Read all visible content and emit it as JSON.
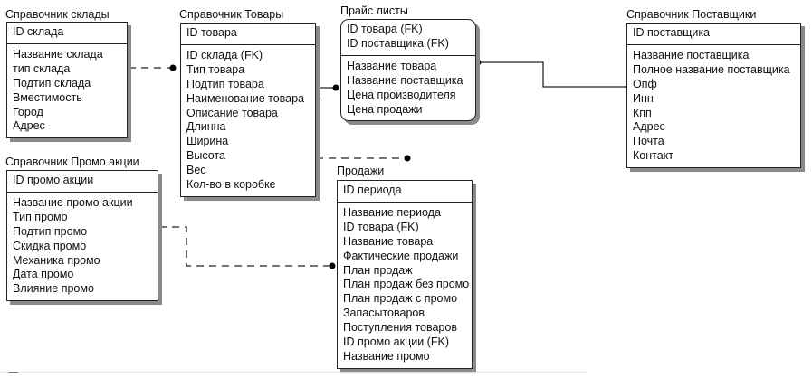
{
  "entities": {
    "sklady": {
      "title": "Справочник склады",
      "pk": [
        "ID склада"
      ],
      "attrs": [
        "Название склада",
        "тип склада",
        "Подтип склада",
        "Вместимость",
        "Город",
        "Адрес"
      ]
    },
    "tovary": {
      "title": "Справочник Товары",
      "pk": [
        "ID товара"
      ],
      "attrs": [
        "ID склада (FK)",
        "Тип товара",
        "Подтип товара",
        "Наименование товара",
        "Описание товара",
        "Длинна",
        "Ширина",
        "Высота",
        "Вес",
        "Кол-во в коробке"
      ]
    },
    "price": {
      "title": "Прайс листы",
      "pk": [
        "ID товара (FK)",
        "ID поставщика (FK)"
      ],
      "attrs": [
        "Название товара",
        "Название поставщика",
        "Цена производителя",
        "Цена продажи"
      ]
    },
    "postavshiki": {
      "title": "Справочник Поставщики",
      "pk": [
        "ID поставщика"
      ],
      "attrs": [
        "Название поставщика",
        "Полное название поставщика",
        "Опф",
        "Инн",
        "Кпп",
        "Адрес",
        "Почта",
        "Контакт"
      ]
    },
    "promo": {
      "title": "Справочник Промо акции",
      "pk": [
        "ID промо акции"
      ],
      "attrs": [
        "Название промо акции",
        "Тип промо",
        "Подтип промо",
        "Скидка промо",
        "Механика промо",
        "Дата промо",
        "Влияние промо"
      ]
    },
    "prodazhi": {
      "title": "Продажи",
      "pk": [
        "ID периода"
      ],
      "attrs": [
        "Название периода",
        "ID товара (FK)",
        "Название товара",
        "Фактические продажи",
        "План продаж",
        "План продаж без промо",
        "План продаж с промо",
        "Запасытоваров",
        "Поступления товаров",
        "ID промо акции (FK)",
        "Название промо"
      ]
    }
  },
  "relationships": [
    {
      "from": "sklady",
      "to": "tovary",
      "style": "dashed",
      "end": "dot"
    },
    {
      "from": "tovary",
      "to": "price",
      "style": "solid",
      "end": "dot"
    },
    {
      "from": "postavshiki",
      "to": "price",
      "style": "solid",
      "end": "dot"
    },
    {
      "from": "tovary",
      "to": "prodazhi",
      "style": "dashed",
      "end": "dot"
    },
    {
      "from": "promo",
      "to": "prodazhi",
      "style": "dashed",
      "end": "dot"
    }
  ]
}
